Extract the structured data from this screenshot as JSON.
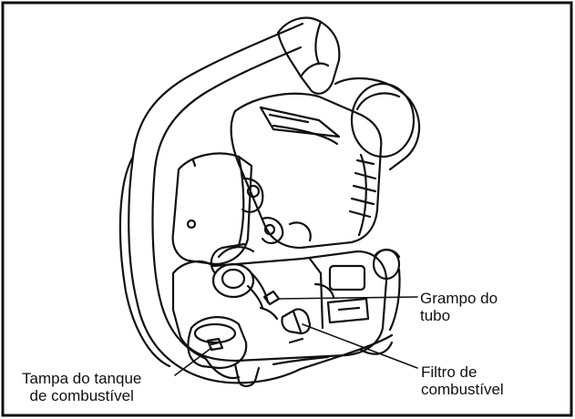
{
  "callouts": {
    "grampo": {
      "line1": "Grampo do",
      "line2": "tubo"
    },
    "filtro": {
      "line1": "Filtro de",
      "line2": "combustível"
    },
    "tampa": {
      "line1": "Tampa do tanque",
      "line2": "de combustível"
    }
  },
  "colors": {
    "ink": "#111111",
    "paper": "#ffffff"
  }
}
